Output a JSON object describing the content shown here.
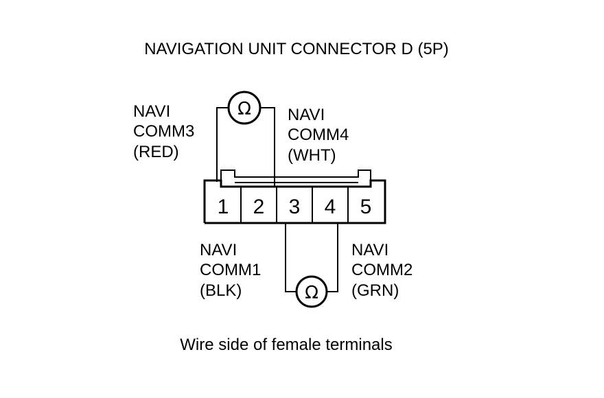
{
  "title": "NAVIGATION UNIT CONNECTOR D (5P)",
  "caption": "Wire side of female terminals",
  "pins": [
    "1",
    "2",
    "3",
    "4",
    "5"
  ],
  "meter_symbol": "Ω",
  "labels": {
    "comm3": [
      "NAVI",
      "COMM3",
      "(RED)"
    ],
    "comm4": [
      "NAVI",
      "COMM4",
      "(WHT)"
    ],
    "comm1": [
      "NAVI",
      "COMM1",
      "(BLK)"
    ],
    "comm2": [
      "NAVI",
      "COMM2",
      "(GRN)"
    ]
  }
}
